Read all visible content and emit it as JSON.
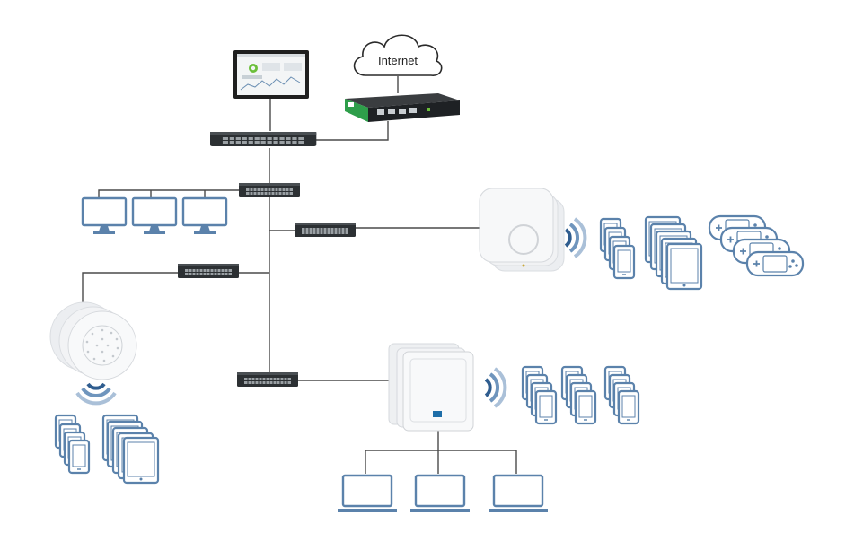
{
  "cloud": {
    "label": "Internet"
  },
  "colors": {
    "device_blue": "#5b82ab",
    "device_fill": "#ffffff",
    "line": "#4a4a4a",
    "switch_body": "#2c3033",
    "gateway_green": "#2e9e4a",
    "ap_white": "#f4f5f7",
    "wifi_blue": "#4a78aa"
  },
  "nodes": [
    {
      "id": "cloud",
      "icon": "cloud-icon"
    },
    {
      "id": "monitor-dashboard",
      "icon": "dashboard-monitor-icon"
    },
    {
      "id": "gateway",
      "icon": "router-gateway-icon"
    },
    {
      "id": "core-switch",
      "icon": "network-switch-icon"
    },
    {
      "id": "switch-1",
      "icon": "network-switch-icon"
    },
    {
      "id": "switch-2",
      "icon": "network-switch-icon"
    },
    {
      "id": "switch-3",
      "icon": "network-switch-icon"
    },
    {
      "id": "switch-4",
      "icon": "network-switch-icon"
    },
    {
      "id": "ceiling-ap-square",
      "icon": "wireless-access-point-icon"
    },
    {
      "id": "ceiling-ap-round",
      "icon": "wireless-access-point-icon"
    },
    {
      "id": "wall-ap",
      "icon": "wireless-access-point-icon"
    }
  ]
}
